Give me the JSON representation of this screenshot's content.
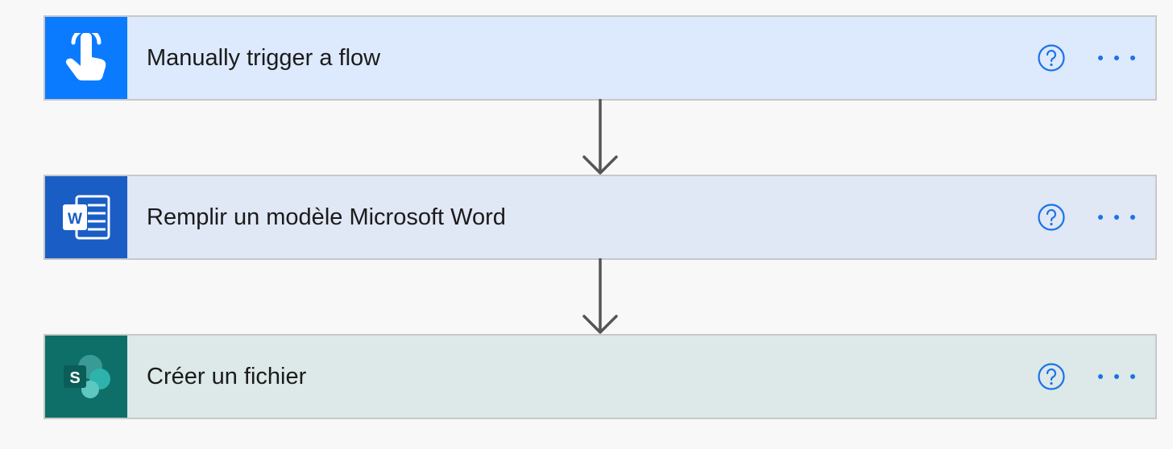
{
  "steps": [
    {
      "title": "Manually trigger a flow",
      "icon": "touch-hand-icon",
      "tile_color": "#0a7bff",
      "card_color": "#dde9fc"
    },
    {
      "title": "Remplir un modèle Microsoft Word",
      "icon": "word-icon",
      "tile_color": "#1a5dc5",
      "card_color": "#e0e7f5"
    },
    {
      "title": "Créer un fichier",
      "icon": "sharepoint-icon",
      "tile_color": "#0e6f68",
      "card_color": "#dde8e8"
    }
  ],
  "colors": {
    "accent": "#1a73e8",
    "connector": "#555555",
    "background": "#f8f8f8"
  }
}
